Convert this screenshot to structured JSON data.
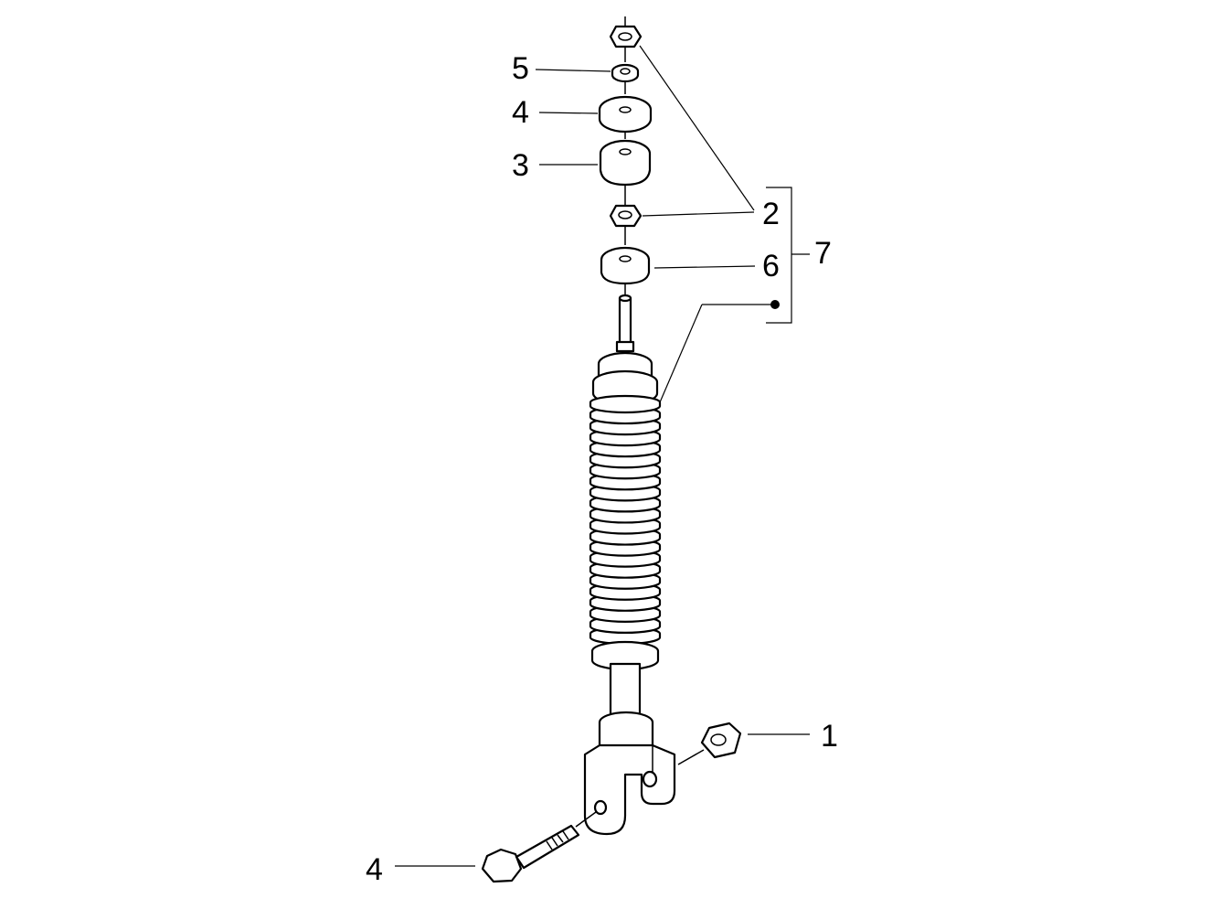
{
  "callouts": [
    {
      "id": "c1",
      "label": "1"
    },
    {
      "id": "c2",
      "label": "2"
    },
    {
      "id": "c3",
      "label": "3"
    },
    {
      "id": "c4_top",
      "label": "4"
    },
    {
      "id": "c4_bottom",
      "label": "4"
    },
    {
      "id": "c5",
      "label": "5"
    },
    {
      "id": "c6",
      "label": "6"
    },
    {
      "id": "c7",
      "label": "7"
    }
  ],
  "colors": {
    "line": "#000000",
    "background": "#ffffff"
  }
}
